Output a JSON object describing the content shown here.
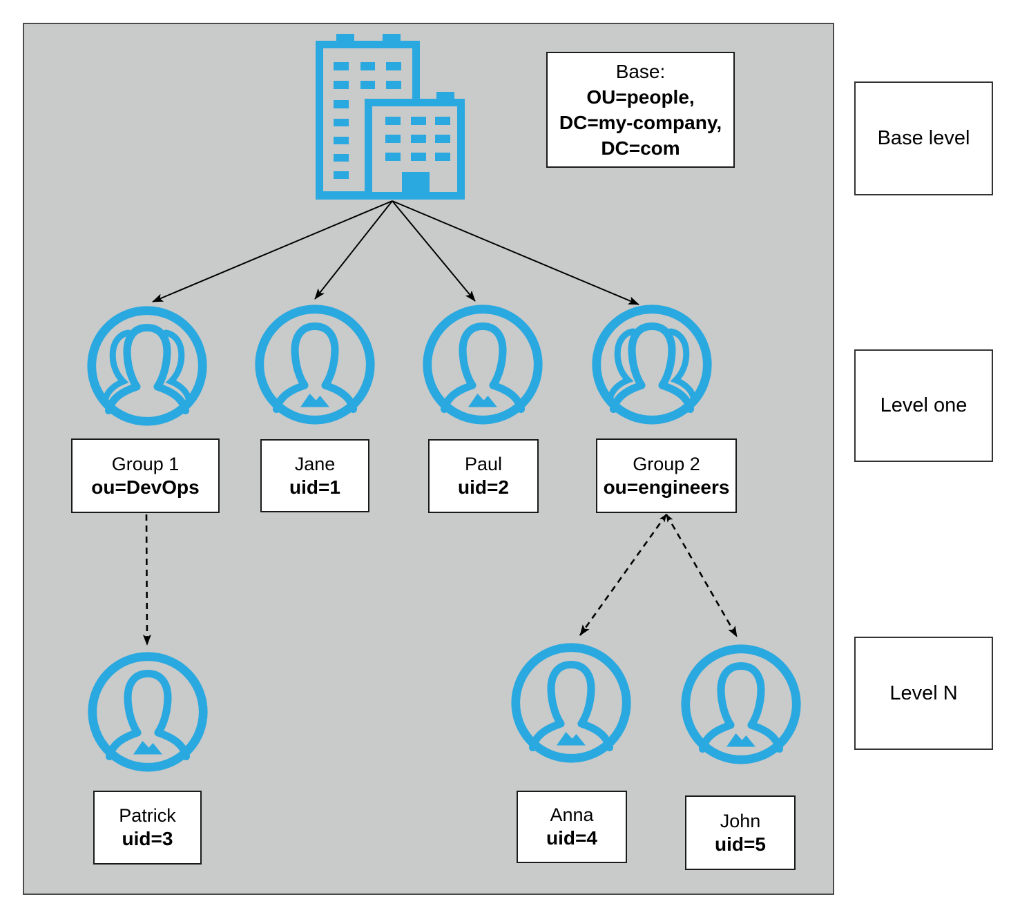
{
  "colors": {
    "accent_blue": "#29A9E0",
    "panel_bg": "#C9CACA",
    "panel_border": "#4A4A4A",
    "box_border": "#1A1A1A",
    "arrow": "#000000"
  },
  "base_node": {
    "icon": "organization-buildings-icon",
    "title": "Base:",
    "line1": "OU=people,",
    "line2": "DC=my-company,",
    "line3": "DC=com"
  },
  "nodes": {
    "group1": {
      "kind": "group",
      "name": "Group 1",
      "dn": "ou=DevOps"
    },
    "jane": {
      "kind": "user",
      "name": "Jane",
      "dn": "uid=1"
    },
    "paul": {
      "kind": "user",
      "name": "Paul",
      "dn": "uid=2"
    },
    "group2": {
      "kind": "group",
      "name": "Group 2",
      "dn": "ou=engineers"
    },
    "patrick": {
      "kind": "user",
      "name": "Patrick",
      "dn": "uid=3"
    },
    "anna": {
      "kind": "user",
      "name": "Anna",
      "dn": "uid=4"
    },
    "john": {
      "kind": "user",
      "name": "John",
      "dn": "uid=5"
    }
  },
  "side_labels": {
    "base": "Base level",
    "one": "Level one",
    "n": "Level N"
  },
  "edges": [
    {
      "from": "base",
      "to": "group1",
      "style": "solid",
      "arrows": "end"
    },
    {
      "from": "base",
      "to": "jane",
      "style": "solid",
      "arrows": "end"
    },
    {
      "from": "base",
      "to": "paul",
      "style": "solid",
      "arrows": "end"
    },
    {
      "from": "base",
      "to": "group2",
      "style": "solid",
      "arrows": "end"
    },
    {
      "from": "group1",
      "to": "patrick",
      "style": "dashed",
      "arrows": "end"
    },
    {
      "from": "group2",
      "to": "anna",
      "style": "dashed",
      "arrows": "both"
    },
    {
      "from": "group2",
      "to": "john",
      "style": "dashed",
      "arrows": "both"
    }
  ]
}
